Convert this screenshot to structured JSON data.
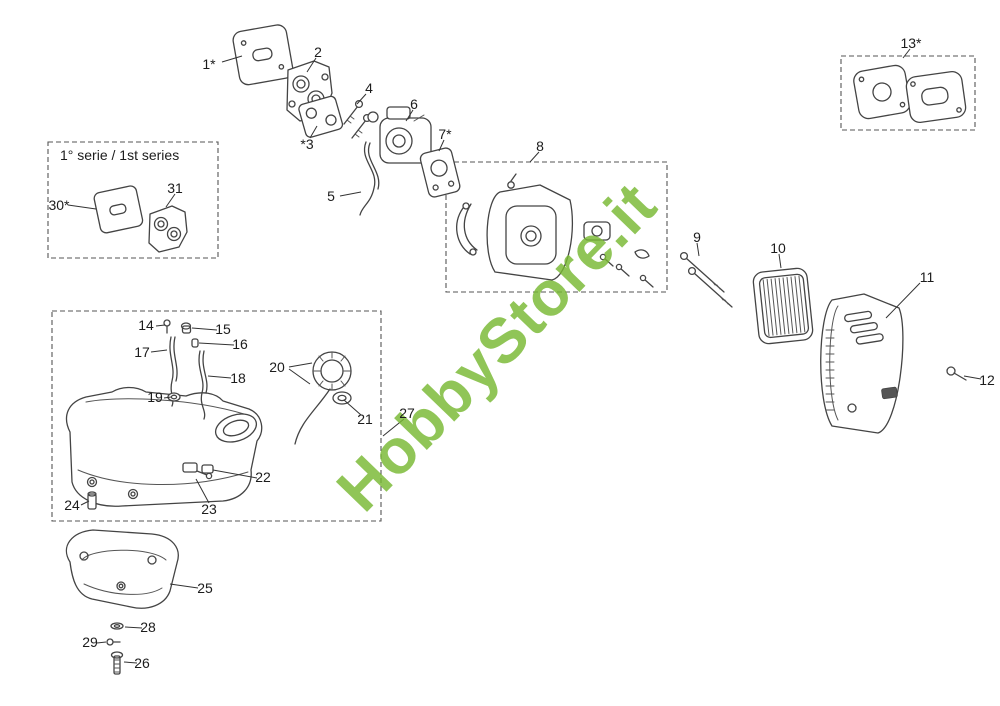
{
  "watermark": {
    "text": "HobbyStore.it",
    "color": "#78b832"
  },
  "series_box": {
    "title": "1° serie / 1st series"
  },
  "callouts": {
    "c1": "1*",
    "c2": "2",
    "c3": "*3",
    "c4": "4",
    "c5": "5",
    "c6": "6",
    "c7": "7*",
    "c8": "8",
    "c9": "9",
    "c10": "10",
    "c11": "11",
    "c12": "12",
    "c13": "13*",
    "c14": "14",
    "c15": "15",
    "c16": "16",
    "c17": "17",
    "c18": "18",
    "c19": "19",
    "c20": "20",
    "c21": "21",
    "c22": "22",
    "c23": "23",
    "c24": "24",
    "c25": "25",
    "c26": "26",
    "c27": "27",
    "c28": "28",
    "c29": "29",
    "c30": "30*",
    "c31": "31"
  }
}
